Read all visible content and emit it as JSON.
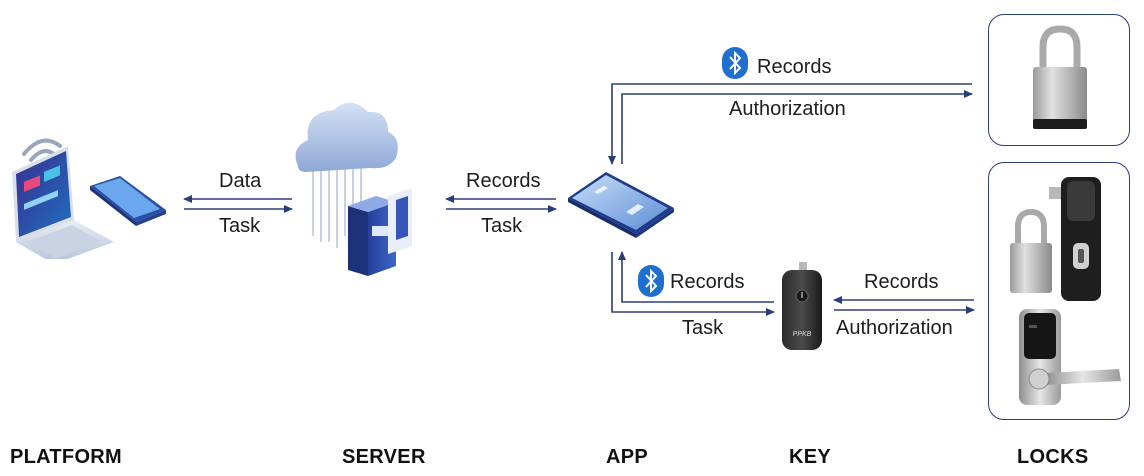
{
  "columns": {
    "platform": "PLATFORM",
    "server": "SERVER",
    "app": "APP",
    "key": "KEY",
    "locks": "LOCKS"
  },
  "flows": {
    "platform_server": {
      "top": "Data",
      "bottom": "Task"
    },
    "server_app": {
      "top": "Records",
      "bottom": "Task"
    },
    "app_locks": {
      "top": "Records",
      "bottom": "Authorization"
    },
    "app_key": {
      "top": "Records",
      "bottom": "Task"
    },
    "key_locks": {
      "top": "Records",
      "bottom": "Authorization"
    }
  },
  "key_device": {
    "brand": "PPKB"
  },
  "colors": {
    "arrow": "#2a3f7a",
    "bluetooth": "#1f6fd1",
    "box_border": "#2a3f7a"
  },
  "icons": [
    "laptop-icon",
    "phone-icon",
    "wifi-icon",
    "cloud-server-icon",
    "bluetooth-icon",
    "padlock-icon",
    "cabinet-lock-icon",
    "door-lock-icon",
    "electronic-key-icon"
  ]
}
